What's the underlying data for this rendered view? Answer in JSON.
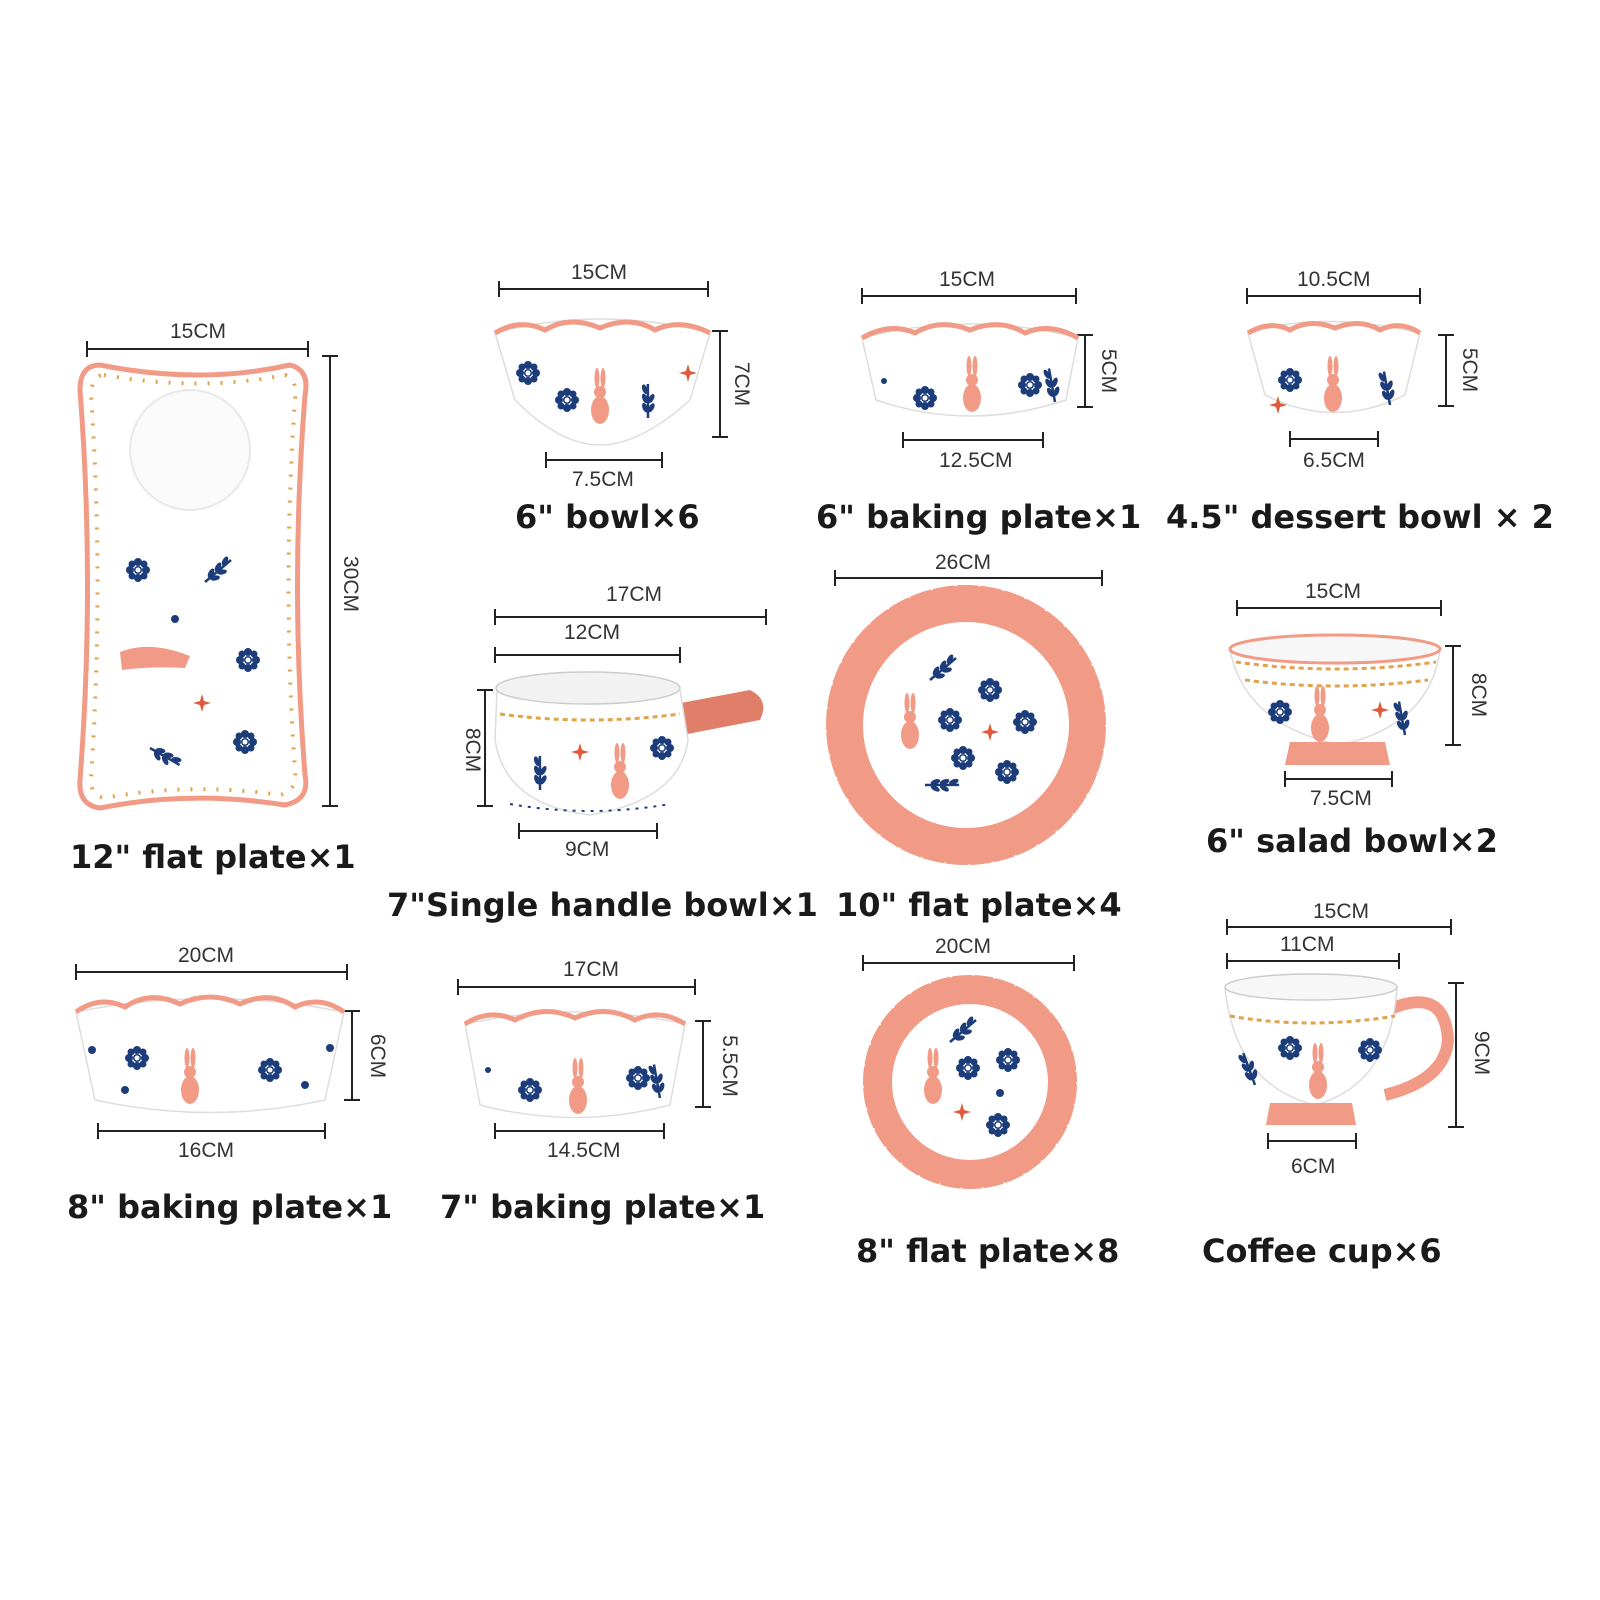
{
  "colors": {
    "pink": "#f19a86",
    "navy": "#1d3d7a",
    "orange": "#e2a24a",
    "line": "#222222"
  },
  "items": [
    {
      "label": "12\" flat plate×1",
      "dims": [
        "15CM",
        "30CM"
      ]
    },
    {
      "label": "6\" bowl×6",
      "dims": [
        "15CM",
        "7CM",
        "7.5CM"
      ]
    },
    {
      "label": "6\" baking plate×1",
      "dims": [
        "15CM",
        "5CM",
        "12.5CM"
      ]
    },
    {
      "label": "4.5\" dessert bowl × 2",
      "dims": [
        "10.5CM",
        "5CM",
        "6.5CM"
      ]
    },
    {
      "label": "7\"Single handle bowl×1",
      "dims": [
        "17CM",
        "12CM",
        "8CM",
        "9CM"
      ]
    },
    {
      "label": "10\" flat plate×4",
      "dims": [
        "26CM"
      ]
    },
    {
      "label": "6\" salad bowl×2",
      "dims": [
        "15CM",
        "8CM",
        "7.5CM"
      ]
    },
    {
      "label": "8\" baking plate×1",
      "dims": [
        "20CM",
        "6CM",
        "16CM"
      ]
    },
    {
      "label": "7\" baking plate×1",
      "dims": [
        "17CM",
        "5.5CM",
        "14.5CM"
      ]
    },
    {
      "label": "8\" flat plate×8",
      "dims": [
        "20CM"
      ]
    },
    {
      "label": "Coffee cup×6",
      "dims": [
        "15CM",
        "11CM",
        "9CM",
        "6CM"
      ]
    }
  ]
}
